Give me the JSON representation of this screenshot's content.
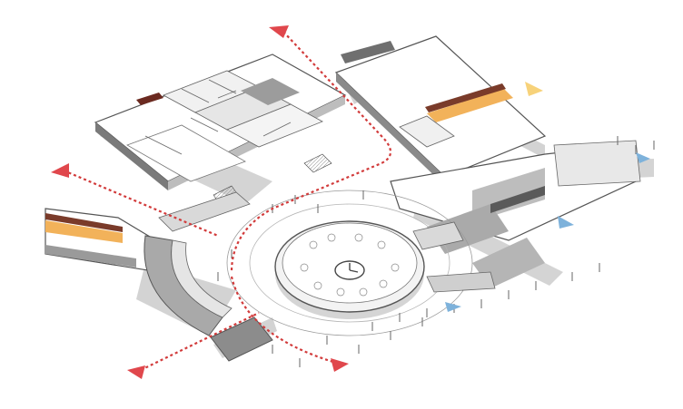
{
  "diagram": {
    "style": "axonometric-floor-plan",
    "background": "#ffffff",
    "colors": {
      "wall_top": "#e9e9e9",
      "wall_dark": "#5a5a5a",
      "wall_mid": "#8a8a8a",
      "shadow": "#c9c9c9",
      "floor": "#ffffff",
      "route": "#d23b3b",
      "entry_red": "#e0474c",
      "entry_blue": "#7eb2db",
      "entry_yellow": "#f7d27a",
      "accent_orange": "#f2b25a",
      "accent_brown": "#7a3b2a"
    },
    "entry_markers": [
      {
        "id": "north",
        "color_key": "entry_red"
      },
      {
        "id": "west",
        "color_key": "entry_red"
      },
      {
        "id": "south-west",
        "color_key": "entry_red"
      },
      {
        "id": "south",
        "color_key": "entry_red"
      },
      {
        "id": "north-east",
        "color_key": "entry_yellow"
      },
      {
        "id": "east-upper",
        "color_key": "entry_blue"
      },
      {
        "id": "east-middle",
        "color_key": "entry_blue"
      },
      {
        "id": "east-lower",
        "color_key": "entry_blue"
      }
    ],
    "clock_icon": "clock-icon"
  }
}
